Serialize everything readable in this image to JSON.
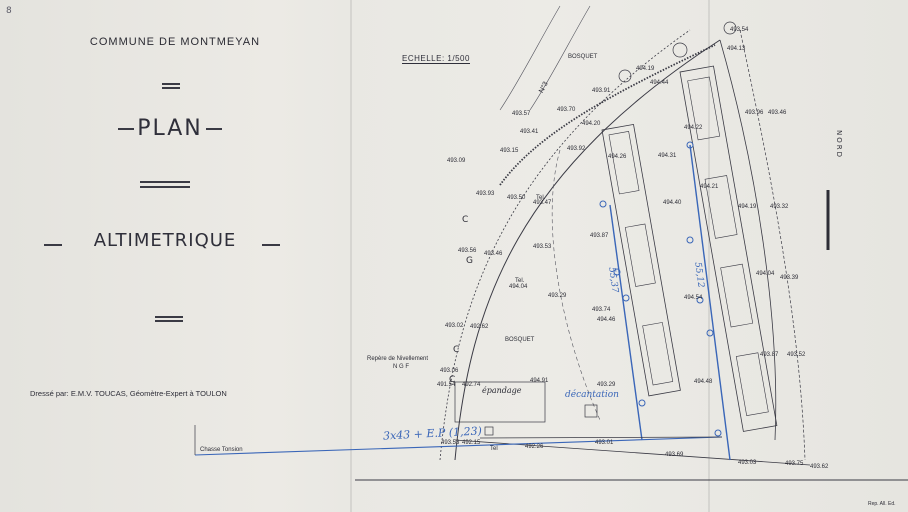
{
  "header": {
    "corner_ref": "8",
    "commune": "COMMUNE DE MONTMEYAN",
    "title_1": "PLAN",
    "title_2": "ALTIMETRIQUE",
    "dressed_by": "Dressé par: E.M.V. TOUCAS, Géomètre-Expert à TOULON"
  },
  "map": {
    "scale": "ECHELLE: 1/500",
    "north": "NORD",
    "road_label": "N°3",
    "cg_letters": [
      "C",
      "G",
      "C",
      "C"
    ],
    "bosquet_1": "BOSQUET",
    "bosquet_2": "BOSQUET",
    "repere": "Repère de Nivellement",
    "ngf": "N G F",
    "tel_1": "Tel.",
    "tel_2": "Tel.",
    "tel_3": "Tel",
    "bottom_left_label": "Chasse Tonsion",
    "annotation_epandage": "épandage",
    "annotation_decantation": "décantation",
    "annotation_pipe": "3x43 + E.P (1,23)",
    "annotation_length_1": "55,37",
    "annotation_length_2": "55,12",
    "elevations": {
      "e1": "493.54",
      "e2": "494.13",
      "e3": "494.19",
      "e4": "494.44",
      "e5": "493.91",
      "e6": "493.70",
      "e7": "494.20",
      "e8": "493.57",
      "e9": "493.41",
      "e10": "493.15",
      "e11": "493.09",
      "e12": "493.92",
      "e13": "494.26",
      "e14": "494.31",
      "e15": "494.22",
      "e16": "493.96",
      "e17": "493.46",
      "e18": "493.93",
      "e19": "493.50",
      "e20": "493.47",
      "e21": "494.21",
      "e22": "494.40",
      "e23": "494.19",
      "e24": "493.32",
      "e25": "493.87",
      "e26": "493.56",
      "e27": "493.46",
      "e28": "493.53",
      "e29": "494.04",
      "e30": "493.39",
      "e31": "494.04",
      "e32": "493.29",
      "e33": "493.74",
      "e34": "494.54",
      "e35": "493.02",
      "e36": "492.62",
      "e37": "494.46",
      "e38": "493.87",
      "e39": "493.52",
      "e40": "493.06",
      "e41": "491.54",
      "e42": "492.74",
      "e43": "494.91",
      "e44": "493.29",
      "e45": "494.48",
      "e46": "493.53",
      "e47": "492.15",
      "e48": "492.26",
      "e49": "493.01",
      "e50": "493.69",
      "e51": "493.03",
      "e52": "493.75",
      "e53": "493.62"
    }
  },
  "footer": {
    "printer_mark": "Rep. All. Ed."
  },
  "colors": {
    "ink": "#2d2d36",
    "blue_annotation": "#3a66b8",
    "paper": "#eceae5"
  }
}
